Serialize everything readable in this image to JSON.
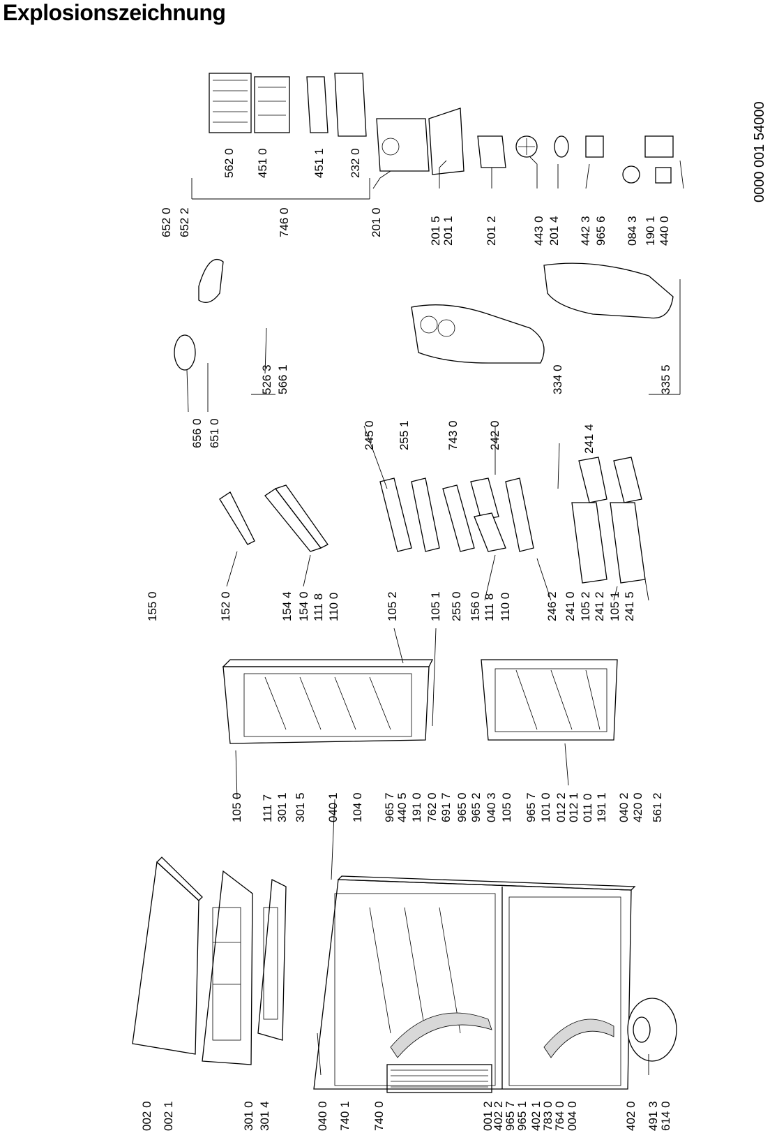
{
  "title": "Explosionszeichnung",
  "doc_code": "0000 001 54000",
  "label_groups": [
    {
      "id": "left-cabinet",
      "items": [
        "002 0",
        "002 1",
        "301 0",
        "301 4",
        "040 0",
        "740 1",
        "740 0",
        "001 2",
        "402 2",
        "965 7",
        "965 1",
        "402 1",
        "783 0",
        "764 0",
        "004 0",
        "402 0",
        "491 3",
        "614 0"
      ]
    },
    {
      "id": "middle-parts",
      "items": [
        "105 0",
        "111 7",
        "301 1",
        "301 5",
        "040 1",
        "104 0",
        "965 7",
        "440 5",
        "191 0",
        "762 0",
        "691 7",
        "965 0",
        "965 2",
        "040 3",
        "105 0",
        "965 7",
        "101 0",
        "012 2",
        "012 1",
        "011 0",
        "191 1",
        "040 2",
        "420 0",
        "561 2"
      ]
    },
    {
      "id": "door-parts",
      "items": [
        "155 0",
        "152 0",
        "154 4",
        "154 0",
        "111 8",
        "110 0",
        "105 2",
        "105 1",
        "255 0",
        "156 0",
        "111 8",
        "110 0",
        "246 2",
        "241 0",
        "105 2",
        "241 2",
        "105 1",
        "241 5"
      ]
    },
    {
      "id": "interior-parts",
      "items": [
        "656 0",
        "651 0",
        "526 3",
        "566 1",
        "245 0",
        "255 1",
        "743 0",
        "242 0",
        "334 0",
        "335 5",
        "241 4"
      ]
    },
    {
      "id": "evaporator-parts",
      "items": [
        "652 0",
        "652 2",
        "746 0",
        "201 0",
        "201 5",
        "201 1",
        "201 2",
        "443 0",
        "201 4",
        "442 3",
        "965 6",
        "084 3",
        "190 1",
        "440 0",
        "562 0",
        "451 0",
        "451 1",
        "232 0"
      ]
    }
  ]
}
